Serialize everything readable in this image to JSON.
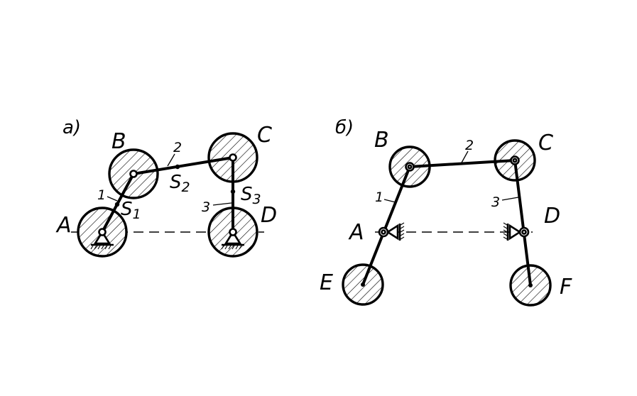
{
  "panels": [
    {
      "id": "a",
      "label": "a)",
      "points": {
        "A": "A",
        "B": "B",
        "C": "C",
        "D": "D"
      },
      "links": {
        "1": "1",
        "2": "2",
        "3": "3"
      },
      "centers_of_mass": {
        "S1": "S",
        "S1_sub": "1",
        "S2": "S",
        "S2_sub": "2",
        "S3": "S",
        "S3_sub": "3"
      }
    },
    {
      "id": "b",
      "label": "б)",
      "points": {
        "A": "A",
        "B": "B",
        "C": "C",
        "D": "D",
        "E": "E",
        "F": "F"
      },
      "links": {
        "1": "1",
        "2": "2",
        "3": "3"
      }
    }
  ]
}
